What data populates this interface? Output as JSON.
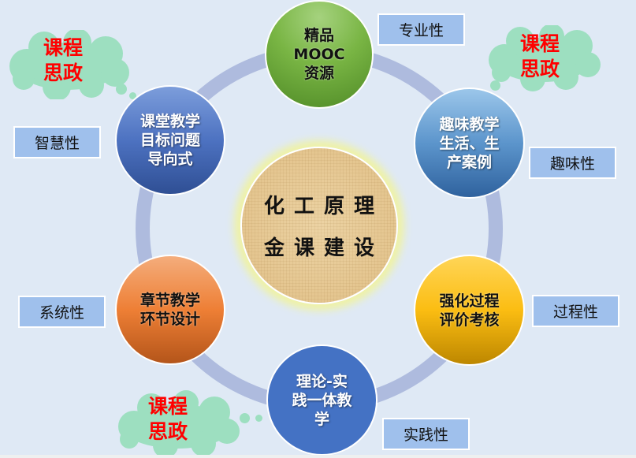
{
  "diagram": {
    "center": {
      "line1": "化工原理",
      "line2": "金课建设"
    },
    "nodes": [
      {
        "id": "mooc",
        "text": "精品\nMOOC\n资源",
        "color": "#79b544"
      },
      {
        "id": "interest",
        "text": "趣味教学\n生活、生\n产案例",
        "color": "#5c95cc"
      },
      {
        "id": "process",
        "text": "强化过程\n评价考核",
        "color": "#fbbd12"
      },
      {
        "id": "practice",
        "text": "理论-实\n践一体教\n学",
        "color": "#4472c4"
      },
      {
        "id": "chapter",
        "text": "章节教学\n环节设计",
        "color": "#ee7f35"
      },
      {
        "id": "classroom",
        "text": "课堂教学\n目标问题\n导向式",
        "color": "#4d72c1"
      }
    ],
    "tags": [
      {
        "id": "professional",
        "text": "专业性"
      },
      {
        "id": "interesting",
        "text": "趣味性"
      },
      {
        "id": "process",
        "text": "过程性"
      },
      {
        "id": "practical",
        "text": "实践性"
      },
      {
        "id": "systematic",
        "text": "系统性"
      },
      {
        "id": "smart",
        "text": "智慧性"
      }
    ],
    "clouds": [
      {
        "id": "top-left",
        "text": "课程\n思政"
      },
      {
        "id": "top-right",
        "text": "课程\n思政"
      },
      {
        "id": "bottom-left",
        "text": "课程\n思政"
      }
    ],
    "colors": {
      "background": "#dfe9f5",
      "ring": "#aebbde",
      "tag_fill": "#9fc0ec",
      "cloud_fill": "#9ddfc0",
      "cloud_text": "#ff0000"
    }
  }
}
